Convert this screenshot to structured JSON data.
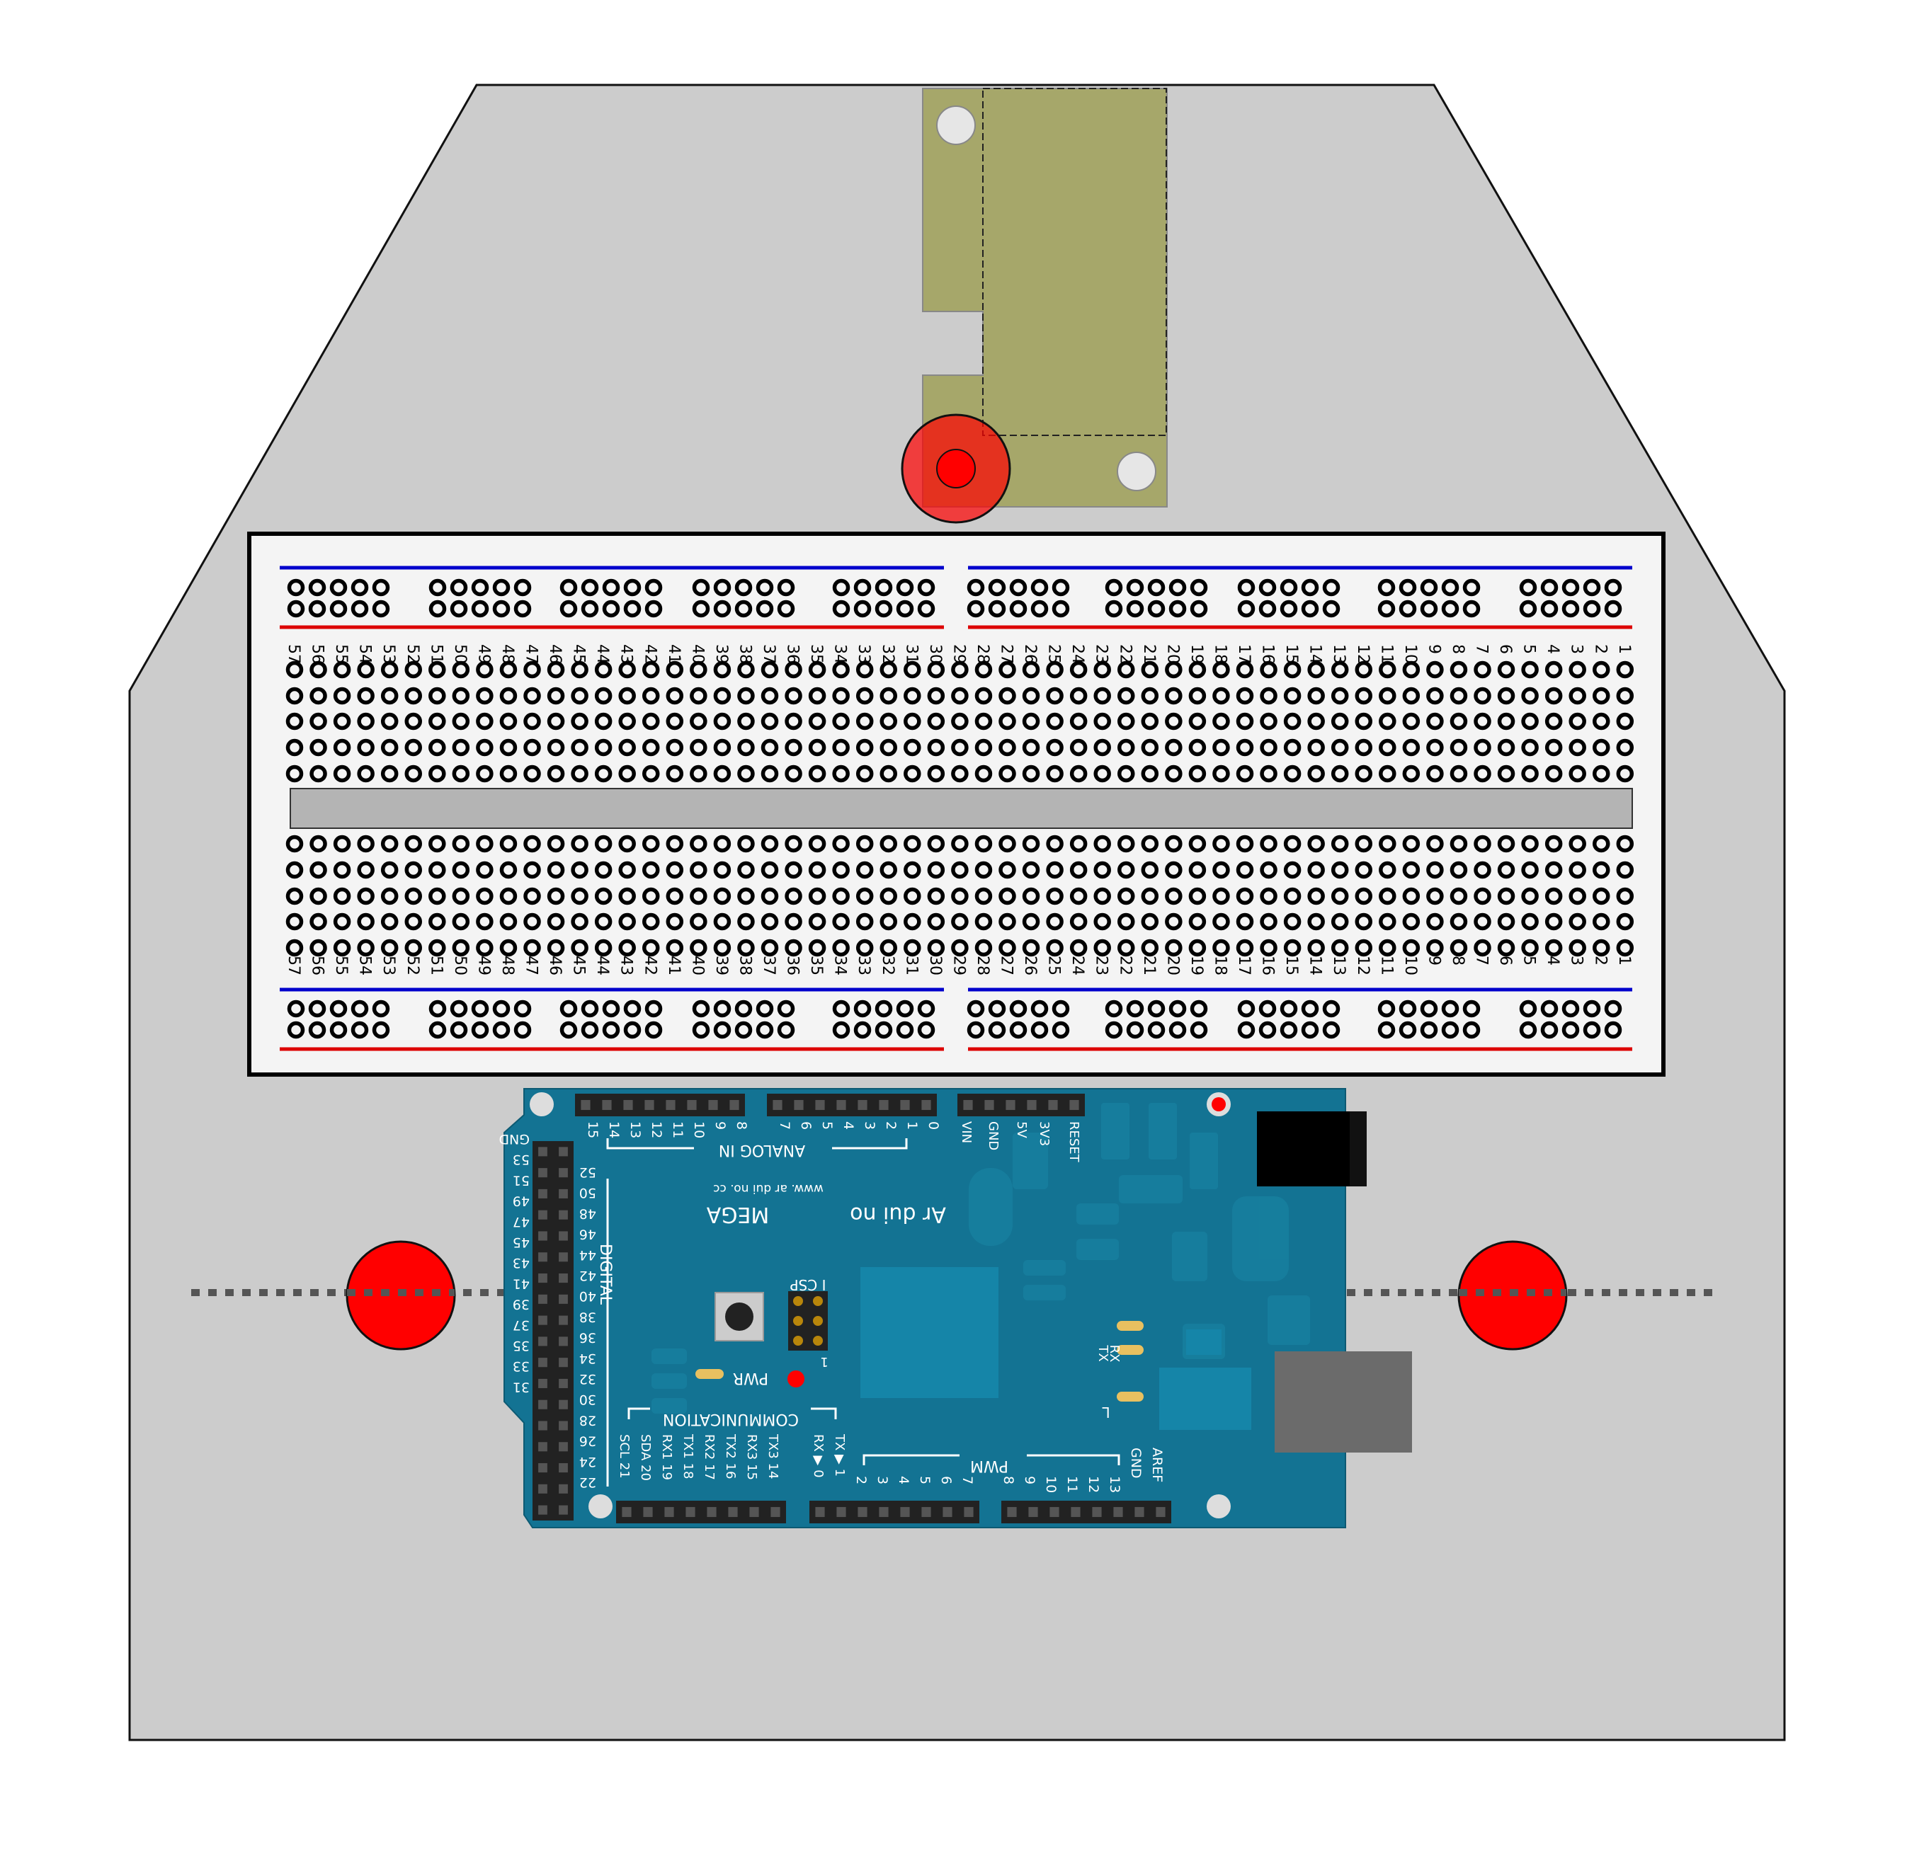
{
  "colors": {
    "chassis": "#cccccc",
    "breadboard": "#f4f4f4",
    "board": "#137393",
    "sensor_board": "#a6a76a",
    "marker": "#ff0000",
    "rail_blue": "#0000cc",
    "rail_red": "#dd0000",
    "header": "#222222",
    "usb": "#6b6b6b"
  },
  "breadboard": {
    "columns": 57,
    "top_labels": [
      "57",
      "56",
      "55",
      "54",
      "53",
      "52",
      "51",
      "50",
      "49",
      "48",
      "47",
      "46",
      "45",
      "44",
      "43",
      "42",
      "41",
      "40",
      "39",
      "38",
      "37",
      "36",
      "35",
      "34",
      "33",
      "32",
      "31",
      "30",
      "29",
      "28",
      "27",
      "26",
      "25",
      "24",
      "23",
      "22",
      "21",
      "20",
      "19",
      "18",
      "17",
      "16",
      "15",
      "14",
      "13",
      "12",
      "11",
      "10",
      "9",
      "8",
      "7",
      "6",
      "5",
      "4",
      "3",
      "2",
      "1"
    ],
    "bottom_labels": [
      "57",
      "56",
      "55",
      "54",
      "53",
      "52",
      "51",
      "50",
      "49",
      "48",
      "47",
      "46",
      "45",
      "44",
      "43",
      "42",
      "41",
      "40",
      "39",
      "38",
      "37",
      "36",
      "35",
      "34",
      "33",
      "32",
      "31",
      "30",
      "29",
      "28",
      "27",
      "26",
      "25",
      "24",
      "23",
      "22",
      "21",
      "20",
      "19",
      "18",
      "17",
      "16",
      "15",
      "14",
      "13",
      "12",
      "11",
      "10",
      "9",
      "8",
      "7",
      "6",
      "5",
      "4",
      "3",
      "2",
      "1"
    ]
  },
  "arduino": {
    "brand": "Ar dui no",
    "model": "MEGA",
    "url": "www. ar dui no. cc",
    "analog_in": "ANALOG IN",
    "digital": "DIGITAL",
    "communication": "COMMUNICATION",
    "pwm": "PWM",
    "pwr": "PWR",
    "icsp": "I CSP",
    "icsp_pin": "1",
    "tx": "TX",
    "rx": "RX",
    "l": "L",
    "analog_pins": [
      "15",
      "14",
      "13",
      "12",
      "11",
      "10",
      "9",
      "8",
      "7",
      "6",
      "5",
      "4",
      "3",
      "2",
      "1",
      "0"
    ],
    "power_pins": [
      "VIN",
      "GND",
      "5V",
      "3V3",
      "RESET"
    ],
    "left_top": [
      "GND",
      "53",
      "51",
      "49",
      "47",
      "45",
      "43",
      "41",
      "39",
      "37",
      "35",
      "33",
      "31"
    ],
    "left_inner": [
      "52",
      "50",
      "48",
      "46",
      "44",
      "42",
      "40",
      "38",
      "36",
      "34",
      "32",
      "30",
      "28",
      "26",
      "24",
      "22"
    ],
    "comm_pins": [
      "SCL 21",
      "SDA 20",
      "RX1 19",
      "TX1 18",
      "RX2 17",
      "TX2 16",
      "RX3 15",
      "TX3 14"
    ],
    "txrx_pins": [
      "RX ▶ 0",
      "TX ▶ 1"
    ],
    "pwm_pins": [
      "2",
      "3",
      "4",
      "5",
      "6",
      "7",
      "8",
      "9",
      "10",
      "11",
      "12",
      "13",
      "GND",
      "AREF"
    ]
  }
}
